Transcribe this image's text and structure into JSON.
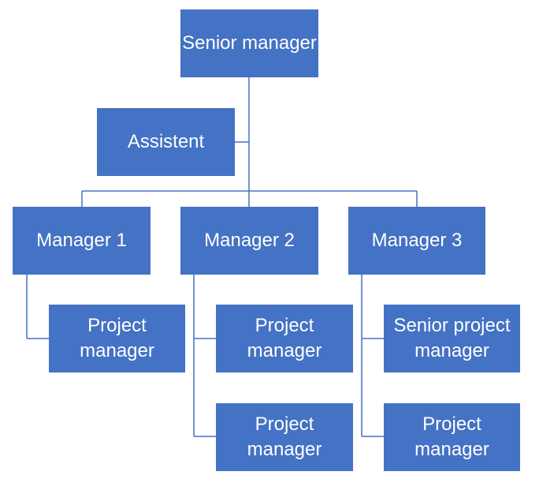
{
  "chart": {
    "nodes": {
      "senior_manager": "Senior manager",
      "assistant": "Assistent",
      "manager_1": "Manager 1",
      "manager_2": "Manager 2",
      "manager_3": "Manager 3",
      "m1_project_manager": "Project manager",
      "m2_project_manager_1": "Project manager",
      "m2_project_manager_2": "Project manager",
      "m3_senior_project_manager": "Senior project manager",
      "m3_project_manager": "Project manager"
    },
    "colors": {
      "node_fill": "#4472C4",
      "node_text": "#FFFFFF",
      "connector": "#4472C4"
    }
  }
}
